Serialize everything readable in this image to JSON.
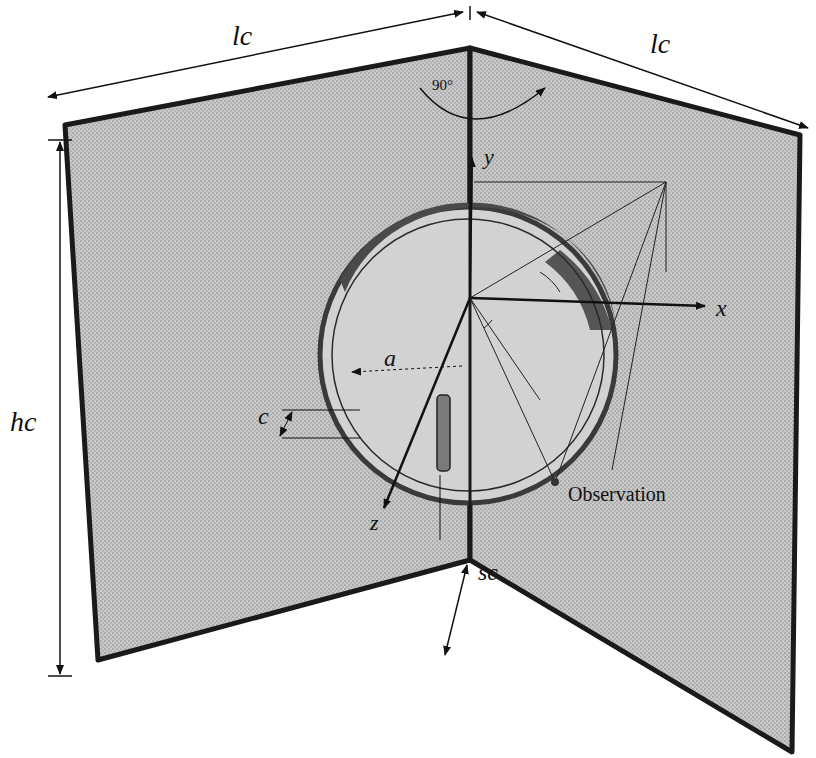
{
  "diagram": {
    "labels": [
      "lc",
      "lc",
      "90°",
      "y",
      "x",
      "a",
      "c",
      "hc",
      "z",
      "sc",
      "Observation"
    ]
  }
}
